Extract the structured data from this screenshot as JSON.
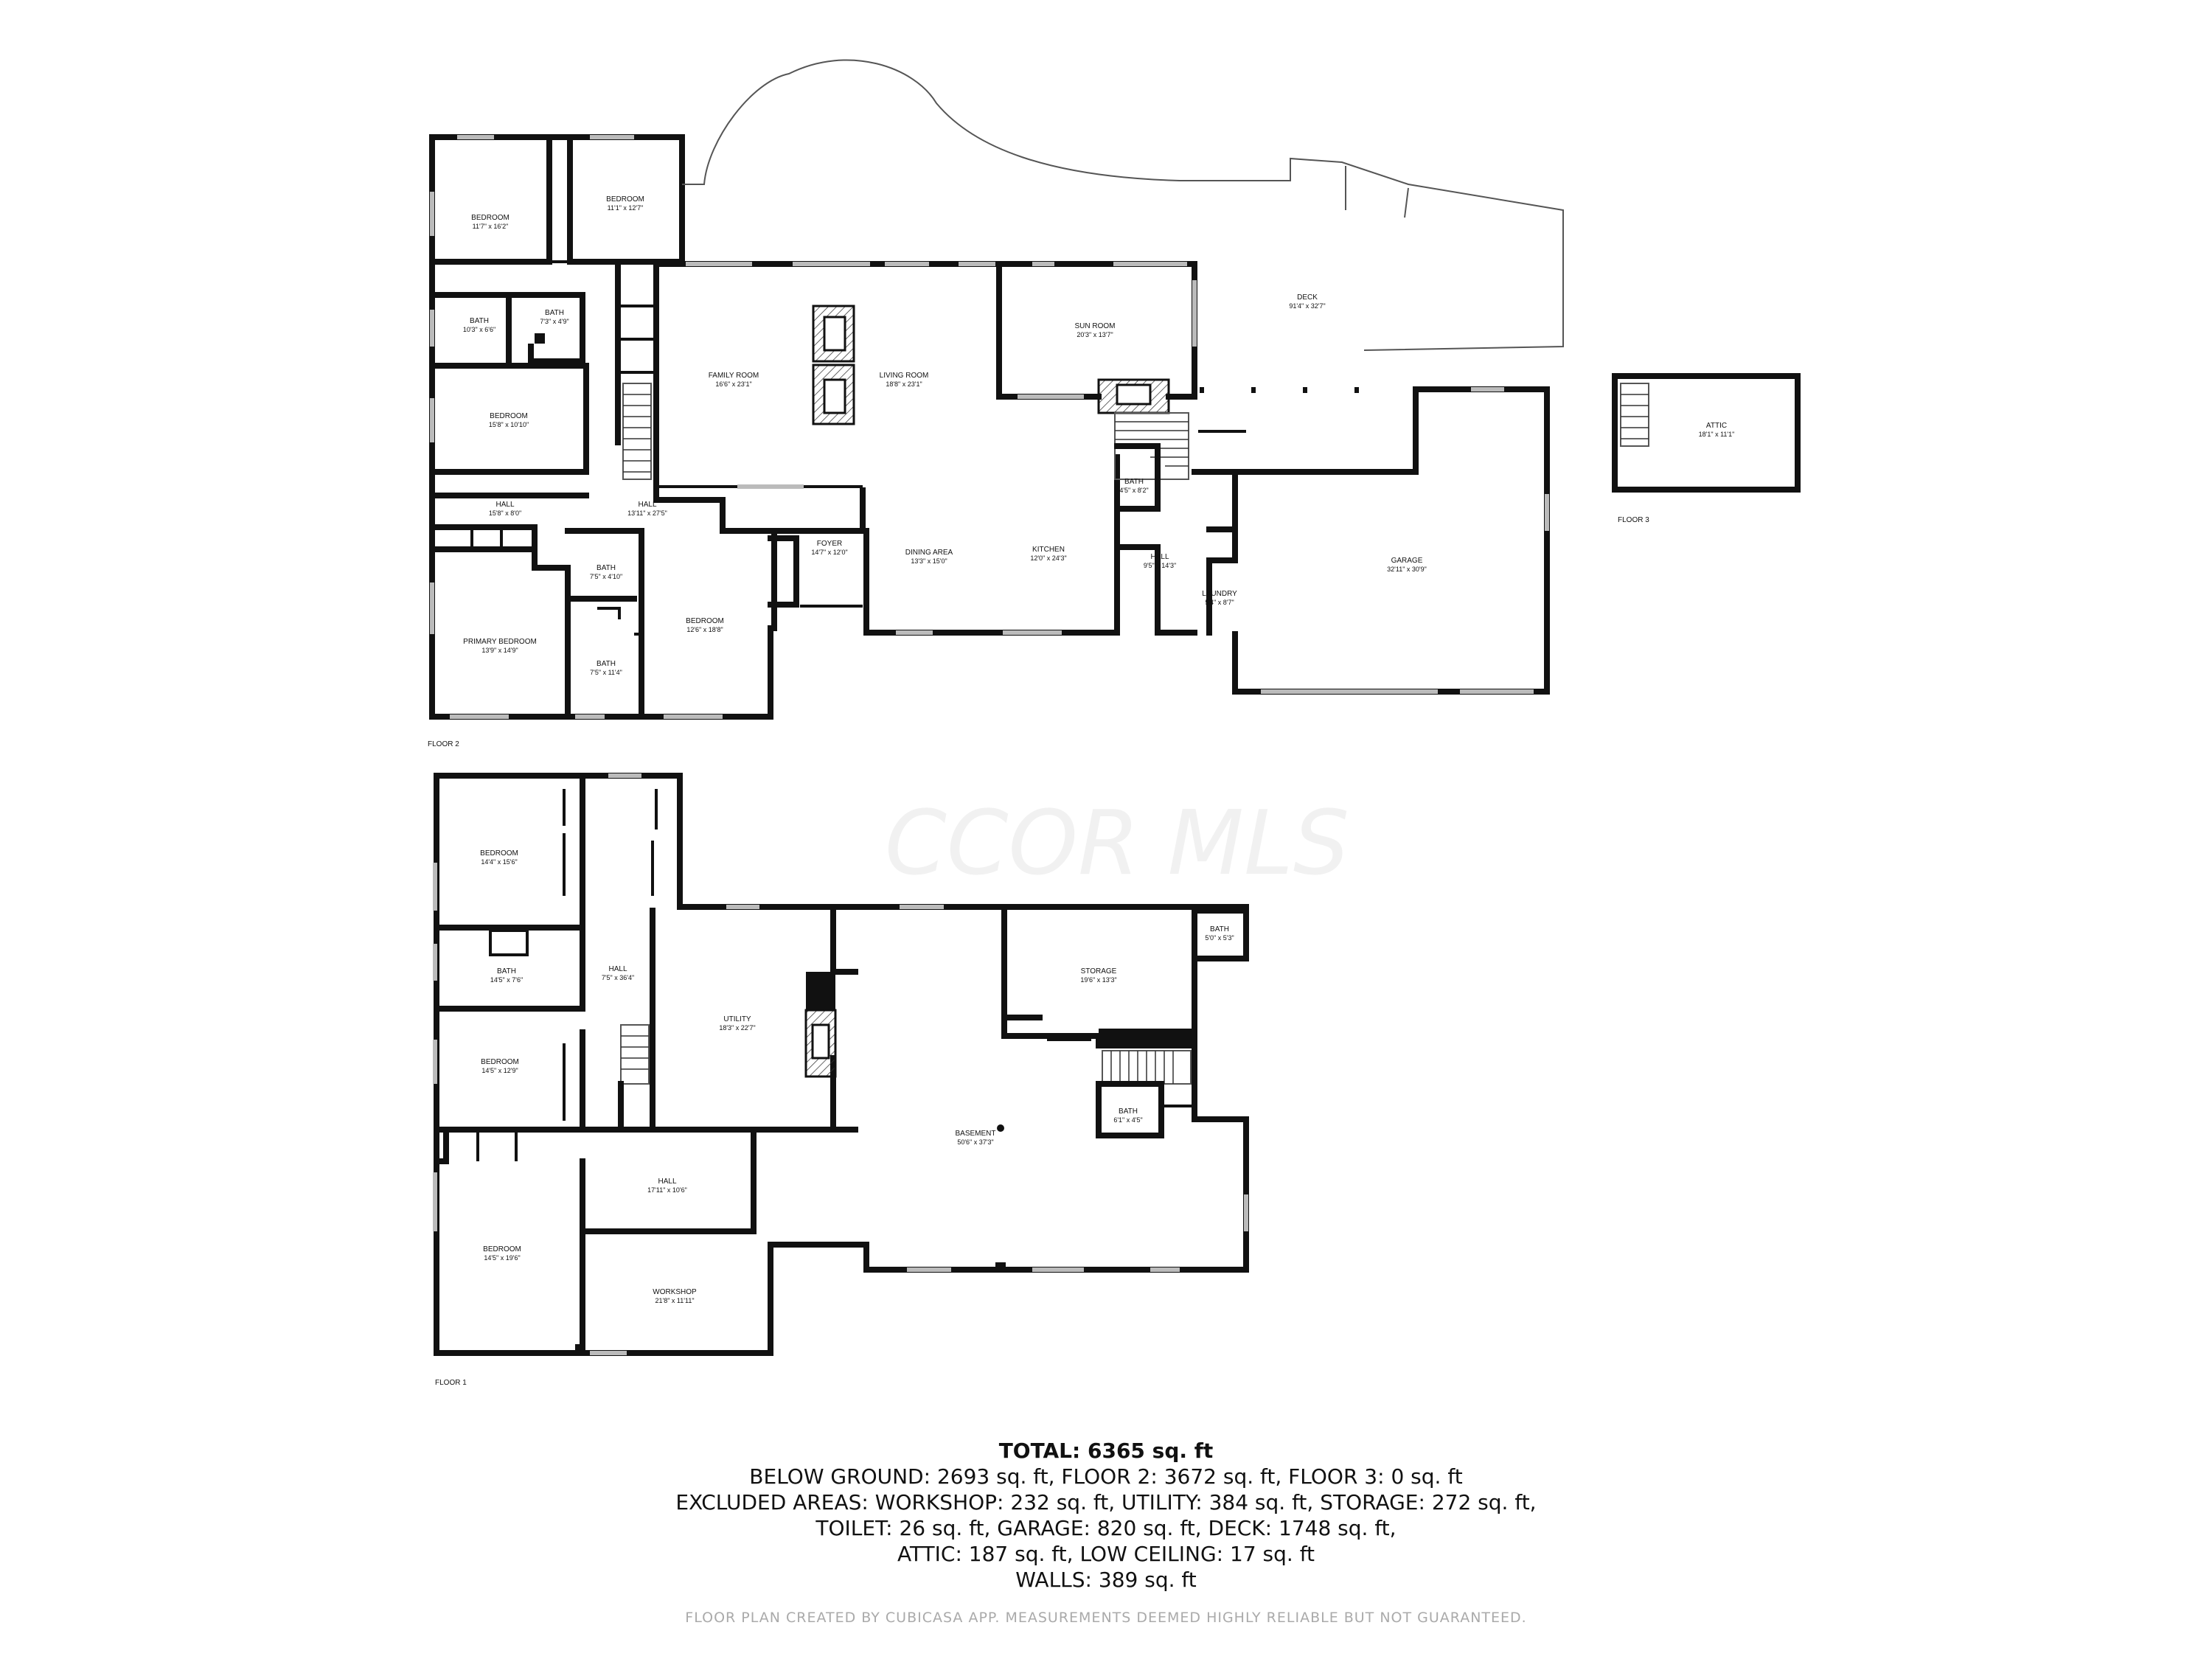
{
  "watermark": "CCOR MLS",
  "floors": [
    {
      "id": "floor2",
      "label": "FLOOR 2"
    },
    {
      "id": "floor3",
      "label": "FLOOR 3"
    },
    {
      "id": "floor1",
      "label": "FLOOR 1"
    }
  ],
  "rooms": {
    "f2_bedroom_a": {
      "name": "BEDROOM",
      "dim": "11'7\" x 16'2\""
    },
    "f2_bedroom_b": {
      "name": "BEDROOM",
      "dim": "11'1\" x 12'7\""
    },
    "f2_bath_a": {
      "name": "BATH",
      "dim": "10'3\" x 6'6\""
    },
    "f2_bath_b": {
      "name": "BATH",
      "dim": "7'3\" x 4'9\""
    },
    "f2_bedroom_c": {
      "name": "BEDROOM",
      "dim": "15'8\" x 10'10\""
    },
    "f2_hall_a": {
      "name": "HALL",
      "dim": "15'8\" x 8'0\""
    },
    "f2_hall_b": {
      "name": "HALL",
      "dim": "13'11\" x 27'5\""
    },
    "f2_family": {
      "name": "FAMILY ROOM",
      "dim": "16'6\" x 23'1\""
    },
    "f2_living": {
      "name": "LIVING ROOM",
      "dim": "18'8\" x 23'1\""
    },
    "f2_sunroom": {
      "name": "SUN ROOM",
      "dim": "20'3\" x 13'7\""
    },
    "f2_deck": {
      "name": "DECK",
      "dim": "91'4\" x 32'7\""
    },
    "f2_bath_c": {
      "name": "BATH",
      "dim": "7'5\" x 4'10\""
    },
    "f2_primary": {
      "name": "PRIMARY BEDROOM",
      "dim": "13'9\" x 14'9\""
    },
    "f2_bath_d": {
      "name": "BATH",
      "dim": "7'5\" x 11'4\""
    },
    "f2_bedroom_d": {
      "name": "BEDROOM",
      "dim": "12'6\" x 18'8\""
    },
    "f2_foyer": {
      "name": "FOYER",
      "dim": "14'7\" x 12'0\""
    },
    "f2_dining": {
      "name": "DINING AREA",
      "dim": "13'3\" x 15'0\""
    },
    "f2_kitchen": {
      "name": "KITCHEN",
      "dim": "12'0\" x 24'3\""
    },
    "f2_bath_e": {
      "name": "BATH",
      "dim": "4'5\" x 8'2\""
    },
    "f2_hall_c": {
      "name": "HALL",
      "dim": "9'5\" x 14'3\""
    },
    "f2_laundry": {
      "name": "LAUNDRY",
      "dim": "5'4\" x 8'7\""
    },
    "f2_garage": {
      "name": "GARAGE",
      "dim": "32'11\" x 30'9\""
    },
    "f3_attic": {
      "name": "ATTIC",
      "dim": "18'1\" x 11'1\""
    },
    "f1_bedroom_a": {
      "name": "BEDROOM",
      "dim": "14'4\" x 15'6\""
    },
    "f1_bath_a": {
      "name": "BATH",
      "dim": "14'5\" x 7'6\""
    },
    "f1_bedroom_b": {
      "name": "BEDROOM",
      "dim": "14'5\" x 12'9\""
    },
    "f1_hall_a": {
      "name": "HALL",
      "dim": "7'5\" x 36'4\""
    },
    "f1_utility": {
      "name": "UTILITY",
      "dim": "18'3\" x 22'7\""
    },
    "f1_storage": {
      "name": "STORAGE",
      "dim": "19'6\" x 13'3\""
    },
    "f1_bath_b": {
      "name": "BATH",
      "dim": "5'0\" x 5'3\""
    },
    "f1_bath_c": {
      "name": "BATH",
      "dim": "6'1\" x 4'5\""
    },
    "f1_basement": {
      "name": "BASEMENT",
      "dim": "50'6\" x 37'3\""
    },
    "f1_hall_b": {
      "name": "HALL",
      "dim": "17'11\" x 10'6\""
    },
    "f1_bedroom_c": {
      "name": "BEDROOM",
      "dim": "14'5\" x 19'6\""
    },
    "f1_workshop": {
      "name": "WORKSHOP",
      "dim": "21'8\" x 11'11\""
    }
  },
  "summary": {
    "total": "TOTAL: 6365 sq. ft",
    "lines": [
      "BELOW GROUND: 2693 sq. ft, FLOOR 2: 3672 sq. ft, FLOOR 3: 0 sq. ft",
      "EXCLUDED AREAS: WORKSHOP: 232 sq. ft, UTILITY: 384 sq. ft, STORAGE: 272 sq. ft,",
      "TOILET: 26 sq. ft, GARAGE: 820 sq. ft, DECK: 1748 sq. ft,",
      "ATTIC: 187 sq. ft, LOW CEILING: 17 sq. ft",
      "WALLS: 389 sq. ft"
    ]
  },
  "credit": "FLOOR PLAN CREATED BY CUBICASA APP. MEASUREMENTS DEEMED HIGHLY RELIABLE BUT NOT GUARANTEED."
}
